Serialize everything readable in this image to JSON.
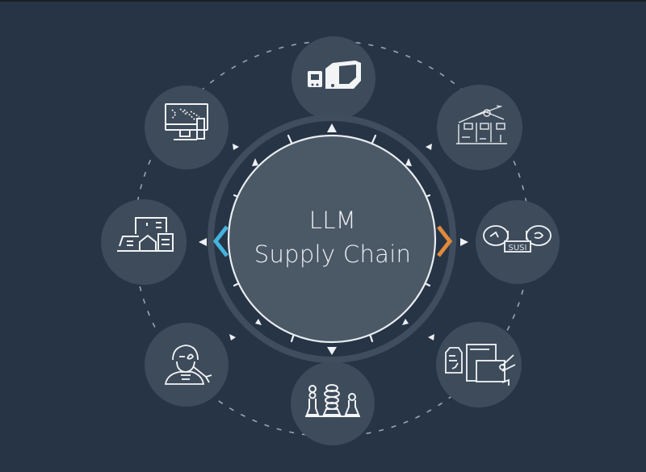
{
  "diagram": {
    "title_line1": "LLM",
    "title_line2": "Supply Chain",
    "colors": {
      "background": "#263446",
      "satellite_fill": "#3d4b5b",
      "outer_ring": "#3f4d5d",
      "center_fill": "#4b5866",
      "center_stroke": "#e9edf1",
      "icon_stroke": "#f2f4f6",
      "left_chevron": "#45b3dd",
      "right_chevron": "#e08a3c",
      "dash": "#9aa5b1"
    },
    "nodes": [
      {
        "id": "top",
        "icon": "trucks-transport-icon"
      },
      {
        "id": "top-right",
        "icon": "house-construction-icon"
      },
      {
        "id": "right",
        "icon": "exchange-susi-icon"
      },
      {
        "id": "bottom-right",
        "icon": "documents-tools-icon"
      },
      {
        "id": "bottom",
        "icon": "chess-pieces-icon"
      },
      {
        "id": "bottom-left",
        "icon": "support-person-icon"
      },
      {
        "id": "left",
        "icon": "buildings-icon"
      },
      {
        "id": "top-left",
        "icon": "monitor-data-icon"
      }
    ],
    "susi_label": "SUSI",
    "left_arrow": "chevron-left-icon",
    "right_arrow": "chevron-right-icon"
  }
}
